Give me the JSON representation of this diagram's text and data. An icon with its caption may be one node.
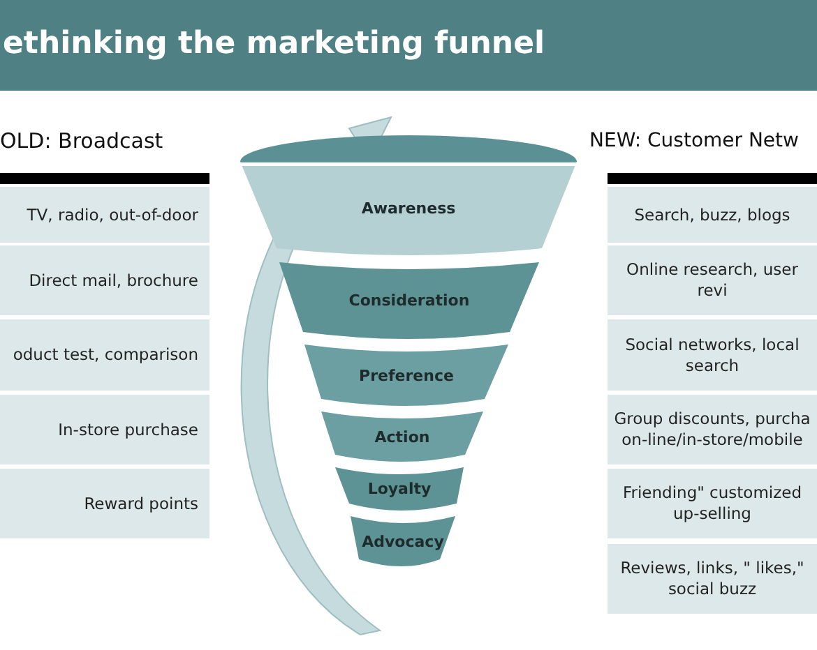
{
  "diagram": {
    "title": "ethinking the marketing funnel",
    "nodes": [
      {
        "text": [],
        "shape": "circle"
      },
      {
        "text": [
          "Awareness"
        ]
      },
      {
        "text": [
          "Consideration"
        ]
      },
      {
        "text": [
          "Preference"
        ]
      },
      {
        "text": [
          "Action"
        ]
      },
      {
        "text": [
          "Loyalty"
        ]
      },
      {
        "text": [
          "Advocacy"
        ]
      },
      {
        "text": [
          "TV, radio, out-of-door"
        ]
      },
      {
        "text": [
          "Direct mail, brochure"
        ]
      },
      {
        "text": [
          "oduct test, comparison"
        ]
      },
      {
        "text": [
          "In-store purchase"
        ]
      },
      {
        "text": [
          "Reward points"
        ]
      },
      {
        "text": [
          "Search, buzz, blogs"
        ]
      },
      {
        "text": [
          "Online research, user revi"
        ]
      },
      {
        "text": [
          "Social networks, local search"
        ]
      },
      {
        "text": [
          "Group discounts, purcha on-line/in-store/mobile"
        ]
      },
      {
        "text": [
          "Friending\" customized up-selling"
        ]
      },
      {
        "text": [
          "Reviews, links, \" likes,\" social buzz"
        ]
      }
    ],
    "labels": [
      "OLD: Broadcast",
      "NEW: Customer Netw"
    ]
  }
}
